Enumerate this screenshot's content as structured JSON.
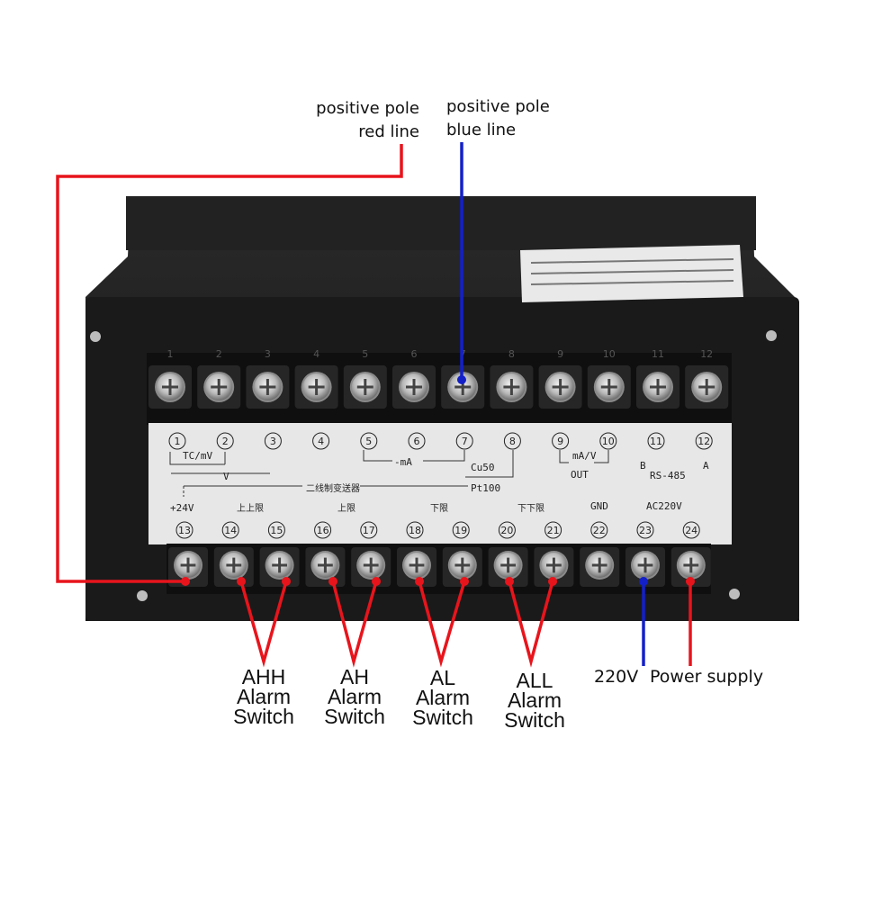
{
  "callouts": {
    "red_pole": [
      "positive pole",
      "red line"
    ],
    "blue_pole": [
      "positive pole",
      "blue line"
    ]
  },
  "top_terminal_numbers": [
    "1",
    "2",
    "3",
    "4",
    "5",
    "6",
    "7",
    "8",
    "9",
    "10",
    "11",
    "12"
  ],
  "bottom_terminal_numbers": [
    "13",
    "14",
    "15",
    "16",
    "17",
    "18",
    "19",
    "20",
    "21",
    "22",
    "23",
    "24"
  ],
  "panel": {
    "row1_labels": [
      "1",
      "2",
      "3",
      "4",
      "5",
      "6",
      "7",
      "8",
      "9",
      "10",
      "11",
      "12"
    ],
    "tc_mv": "TC/mV",
    "v_label": "V",
    "ma_label": "-mA",
    "cu50": "Cu50",
    "pt100": "Pt100",
    "two_wire": "二线制变送器",
    "out_ma_v": "mA/V",
    "out_label": "OUT",
    "rs485_b": "B",
    "rs485_a": "A",
    "rs485": "RS-485",
    "plus24v": "+24V",
    "hh_limit": "上上限",
    "h_limit": "上限",
    "l_limit": "下限",
    "ll_limit": "下下限",
    "gnd": "GND",
    "ac220": "AC220V",
    "row2_labels": [
      "13",
      "14",
      "15",
      "16",
      "17",
      "18",
      "19",
      "20",
      "21",
      "22",
      "23",
      "24"
    ]
  },
  "alarms": [
    {
      "name": "AHH",
      "line1": "Alarm",
      "line2": "Switch"
    },
    {
      "name": "AH",
      "line1": "Alarm",
      "line2": "Switch"
    },
    {
      "name": "AL",
      "line1": "Alarm",
      "line2": "Switch"
    },
    {
      "name": "ALL",
      "line1": "Alarm",
      "line2": "Switch"
    }
  ],
  "bottom": {
    "v220": "220V",
    "power": "Power supply"
  },
  "colors": {
    "red": "#e8141c",
    "blue": "#1320c8",
    "housing": "#1b1b1b",
    "panel": "#e7e7e7"
  }
}
